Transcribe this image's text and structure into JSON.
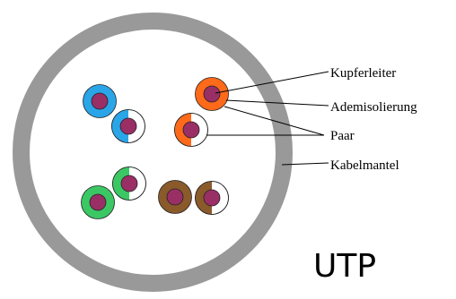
{
  "labels": {
    "conductor": "Kupferleiter",
    "insulation": "Ademisolierung",
    "pair": "Paar",
    "jacket": "Kabelmantel"
  },
  "cable_type": "UTP",
  "colors": {
    "jacket": "#999999",
    "core": "#9a2f66",
    "blue": "#2aa5e8",
    "orange": "#ff6a1a",
    "green": "#3bc864",
    "brown": "#8b5a2b",
    "white": "#ffffff",
    "outline": "#222222"
  },
  "pairs": [
    {
      "name": "blue",
      "color_key": "blue"
    },
    {
      "name": "orange",
      "color_key": "orange"
    },
    {
      "name": "green",
      "color_key": "green"
    },
    {
      "name": "brown",
      "color_key": "brown"
    }
  ]
}
